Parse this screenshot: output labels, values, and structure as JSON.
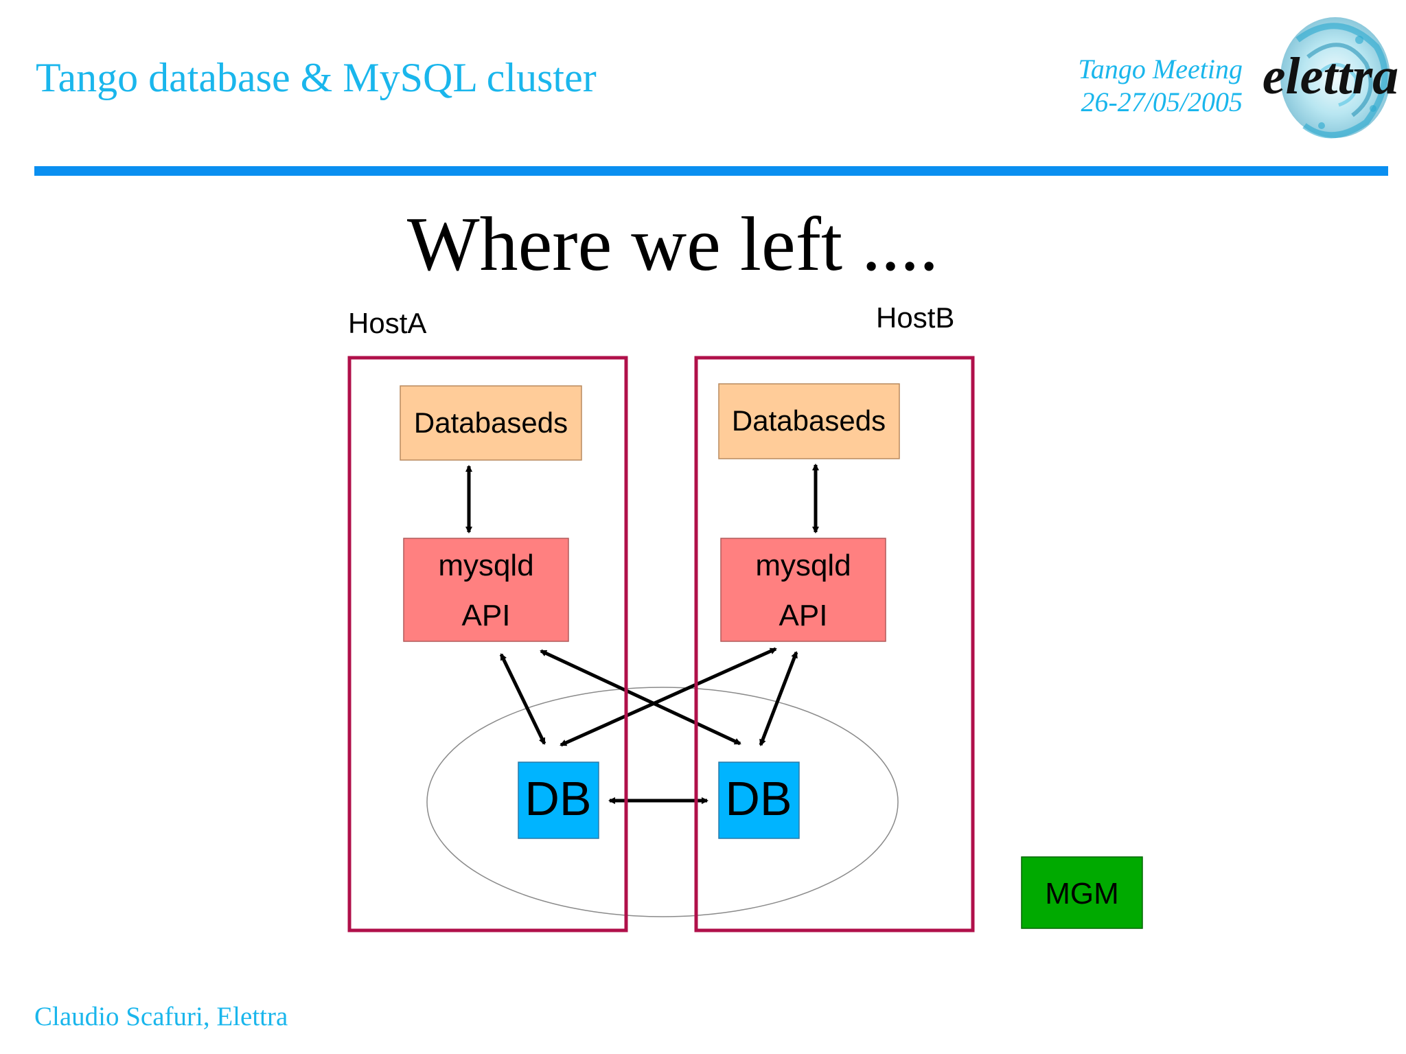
{
  "header": {
    "title": "Tango database & MySQL cluster",
    "meeting_name": "Tango Meeting",
    "meeting_dates": "26-27/05/2005",
    "logo_text": "elettra"
  },
  "slide": {
    "title": "Where we left ...."
  },
  "diagram": {
    "host_a_label": "HostA",
    "host_b_label": "HostB",
    "host_a": {
      "databaseds_label": "Databaseds",
      "mysqld_line1": "mysqld",
      "mysqld_line2": "API",
      "db_label": "DB"
    },
    "host_b": {
      "databaseds_label": "Databaseds",
      "mysqld_line1": "mysqld",
      "mysqld_line2": "API",
      "db_label": "DB"
    },
    "mgm_label": "MGM"
  },
  "footer": {
    "author": "Claudio Scafuri, Elettra"
  },
  "colors": {
    "accent_blue": "#1ab6ec",
    "divider_blue": "#0a8ff0",
    "host_border": "#b0104a",
    "databaseds_fill": "#ffcc99",
    "mysqld_fill": "#ff8080",
    "db_fill": "#00b4ff",
    "mgm_fill": "#00aa00"
  }
}
